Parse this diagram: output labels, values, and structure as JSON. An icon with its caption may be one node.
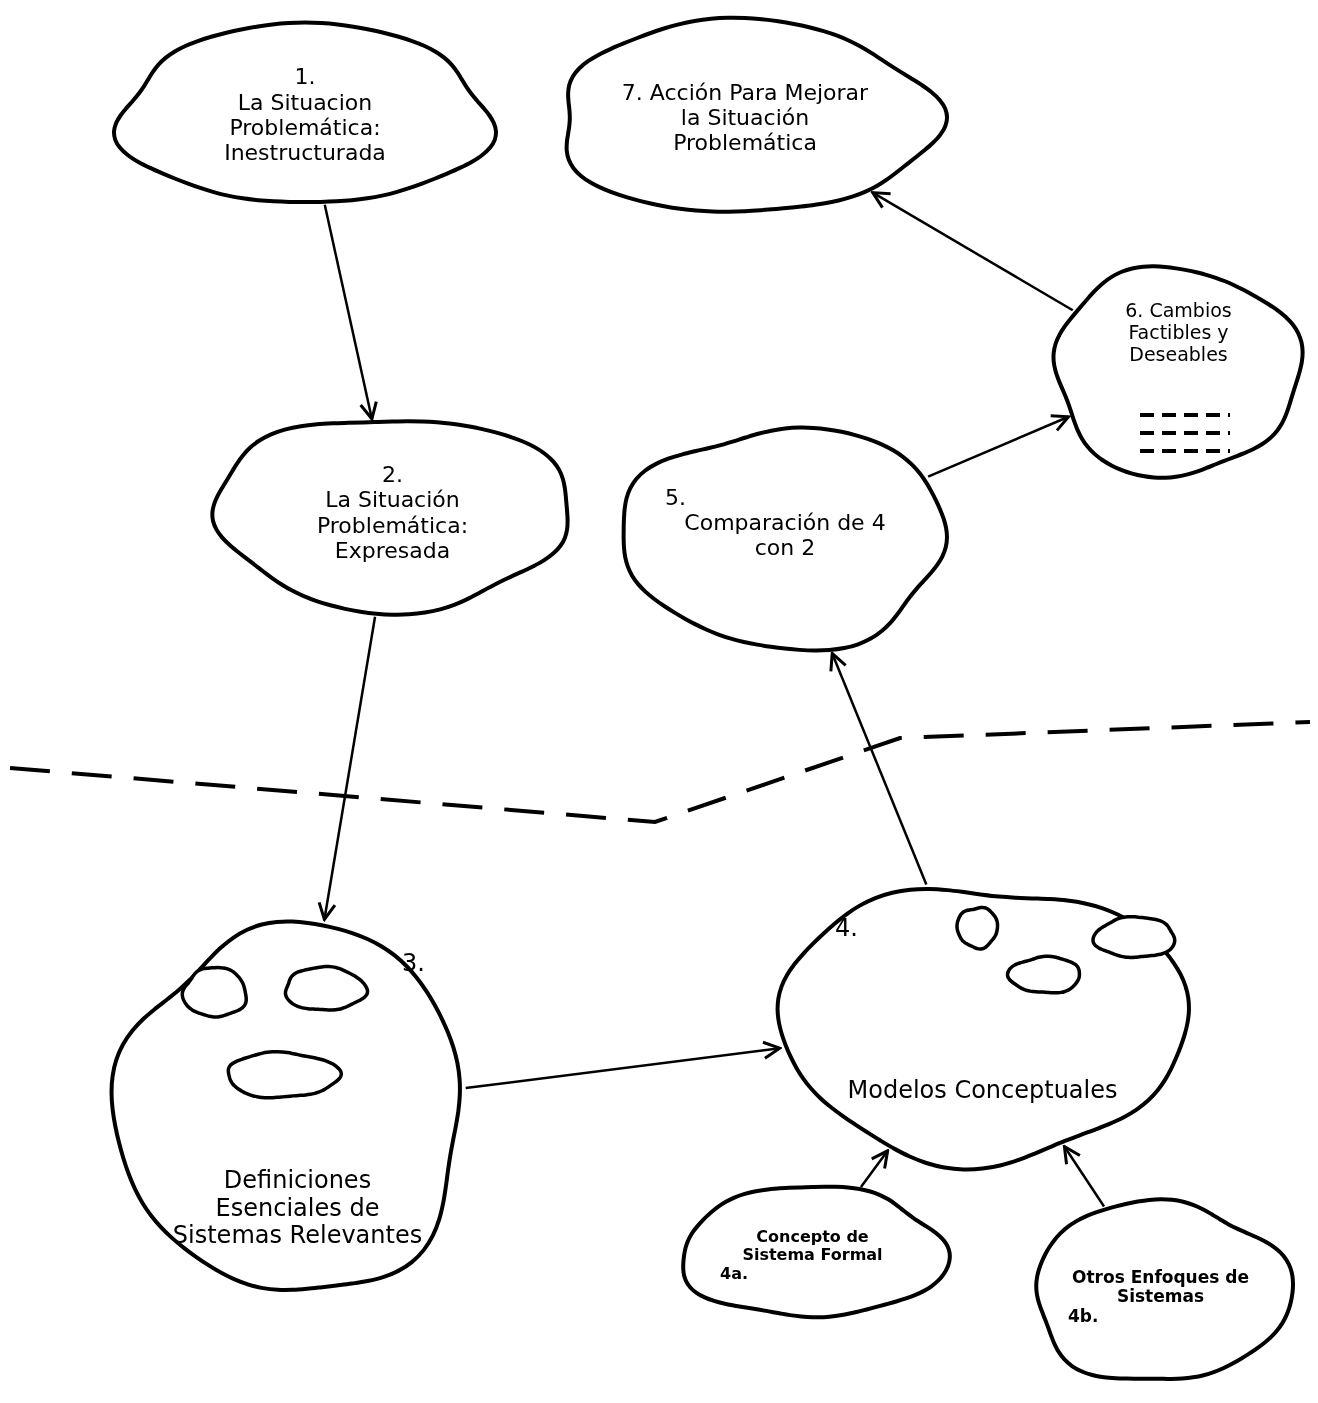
{
  "diagram": {
    "nodes": [
      {
        "text": [
          "1.",
          "La Situacion Problemática: Inestructurada"
        ]
      },
      {
        "text": [
          "7. Acción Para Mejorar la Situación Problemática"
        ]
      },
      {
        "text": [
          "6. Cambios Factibles y Deseables"
        ]
      },
      {
        "text": [
          "2.",
          "La Situación Problemática: Expresada"
        ]
      },
      {
        "text": [
          "5.",
          "Comparación de 4 con 2"
        ]
      },
      {
        "text": [
          "3.",
          "Definiciones Esenciales de Sistemas Relevantes"
        ]
      },
      {
        "text": [],
        "shape": "cloud",
        "in": 5
      },
      {
        "text": [],
        "shape": "cloud",
        "in": 5
      },
      {
        "text": [],
        "shape": "cloud",
        "in": 5
      },
      {
        "text": [
          "4.",
          "Modelos Conceptuales"
        ]
      },
      {
        "text": [],
        "shape": "cloud",
        "in": 9
      },
      {
        "text": [],
        "shape": "cloud",
        "in": 9
      },
      {
        "text": [],
        "shape": "cloud",
        "in": 9
      },
      {
        "text": [
          "Concepto de Sistema Formal",
          "4a."
        ]
      },
      {
        "text": [
          "Otros Enfoques de Sistemas",
          "4b."
        ]
      }
    ],
    "edges": [
      {
        "from": 0,
        "to": 3,
        "arrow": "to"
      },
      {
        "from": 3,
        "to": 5,
        "arrow": "to"
      },
      {
        "from": 5,
        "to": 9,
        "arrow": "to"
      },
      {
        "from": 9,
        "to": 4,
        "arrow": "to"
      },
      {
        "from": 4,
        "to": 2,
        "arrow": "to"
      },
      {
        "from": 2,
        "to": 1,
        "arrow": "to"
      },
      {
        "from": 13,
        "to": 9,
        "arrow": "to"
      },
      {
        "from": 14,
        "to": 9,
        "arrow": "to"
      }
    ]
  }
}
